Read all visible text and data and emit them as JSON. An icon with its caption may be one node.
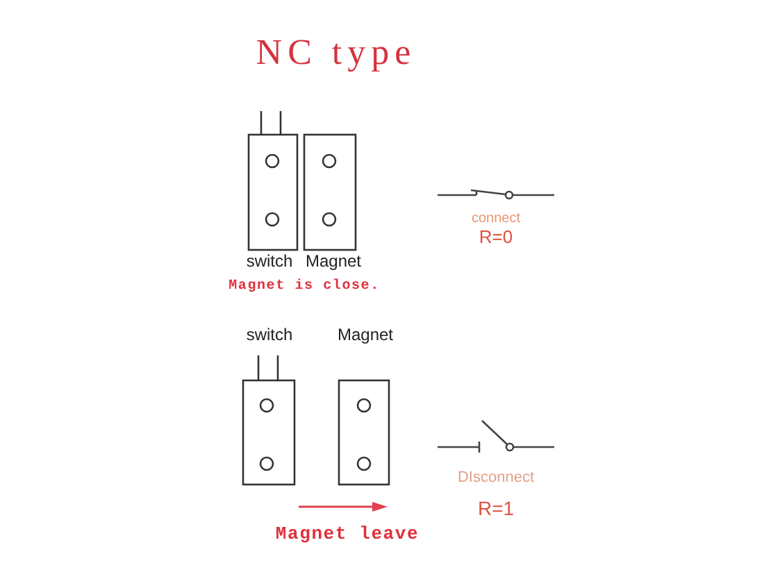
{
  "diagram": {
    "title": "NC type",
    "labels": [
      "switch",
      "Magnet",
      "Magnet is close.",
      "connect",
      "R=0",
      "switch",
      "Magnet",
      "Magnet leave",
      "DIsconnect",
      "R=1"
    ]
  }
}
